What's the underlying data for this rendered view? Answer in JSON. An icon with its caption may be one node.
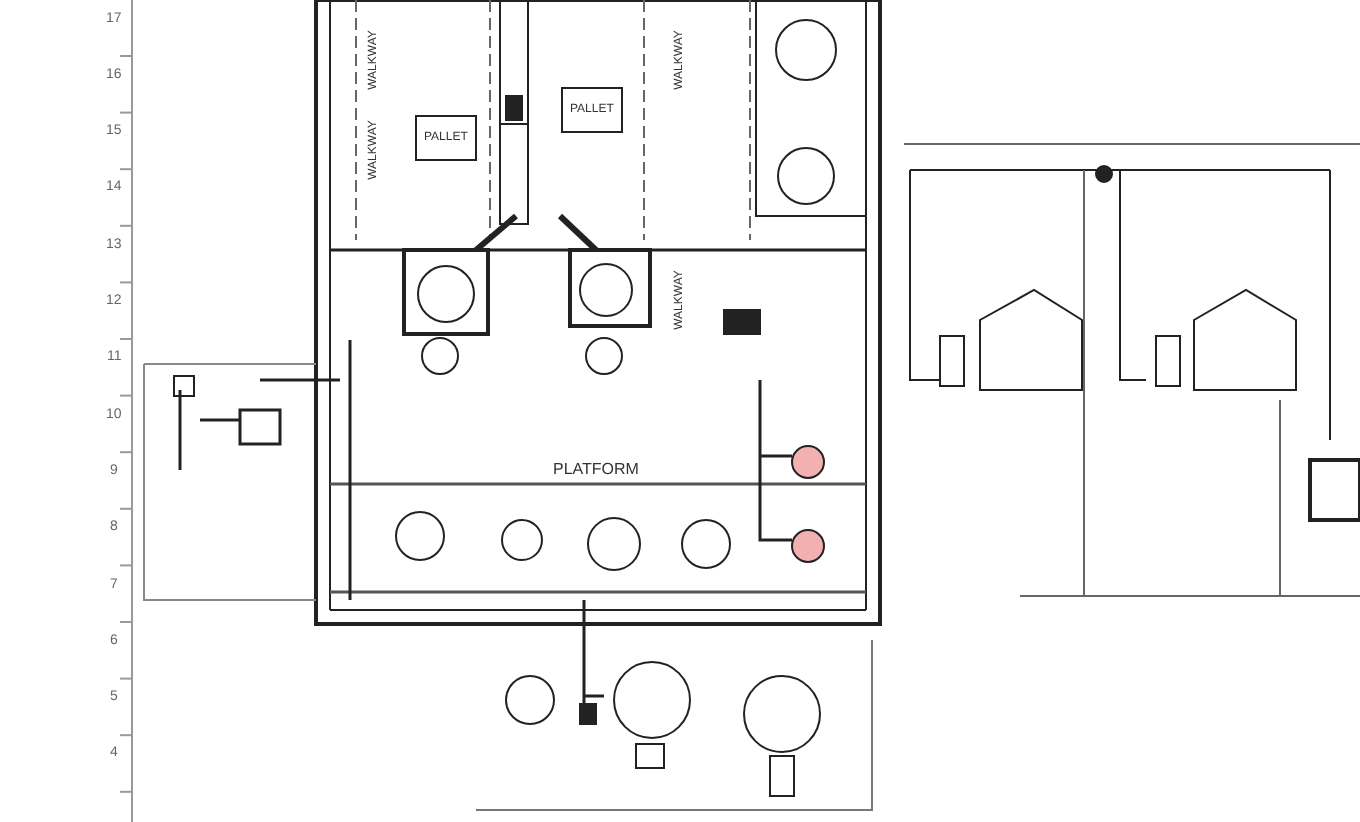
{
  "diagram": {
    "labels": [
      "17",
      "16",
      "15",
      "14",
      "13",
      "12",
      "11",
      "10",
      "9",
      "8",
      "7",
      "6",
      "5",
      "4",
      "WALKWAY",
      "WALKWAY",
      "WALKWAY",
      "WALKWAY",
      "PALLET",
      "PALLET",
      "PLATFORM"
    ]
  }
}
